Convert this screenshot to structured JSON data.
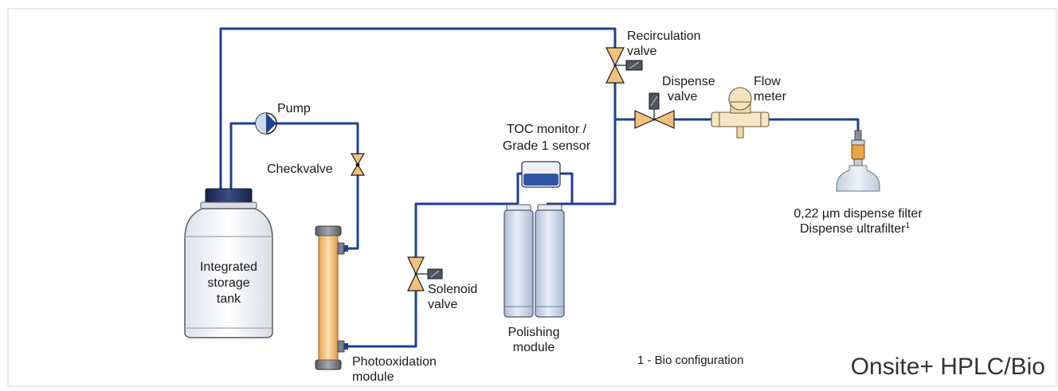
{
  "labels": {
    "recirculation_valve": [
      "Recirculation",
      "valve"
    ],
    "dispense_valve": [
      "Dispense",
      "valve"
    ],
    "flow_meter": [
      "Flow",
      "meter"
    ],
    "pump": "Pump",
    "checkvalve": "Checkvalve",
    "toc_monitor": [
      "TOC monitor /",
      "Grade 1 sensor"
    ],
    "filter": [
      "0,22 µm dispense filter",
      "Dispense ultrafilter"
    ],
    "filter_footnote": "1",
    "storage_tank": [
      "Integrated",
      "storage",
      "tank"
    ],
    "solenoid_valve": [
      "Solenoid",
      "valve"
    ],
    "polishing_module": [
      "Polishing",
      "module"
    ],
    "photooxidation_module": [
      "Photooxidation",
      "module"
    ],
    "footnote": "1 - Bio configuration",
    "title": "Onsite+ HPLC/Bio"
  },
  "colors": {
    "pipe": "#1f3f93",
    "valve": "#f2c27d",
    "cartridge": "#c7d6ea",
    "tank": "#f3f5f8",
    "cap": "#1e2d55",
    "uv_lamp": "#f4b766"
  }
}
